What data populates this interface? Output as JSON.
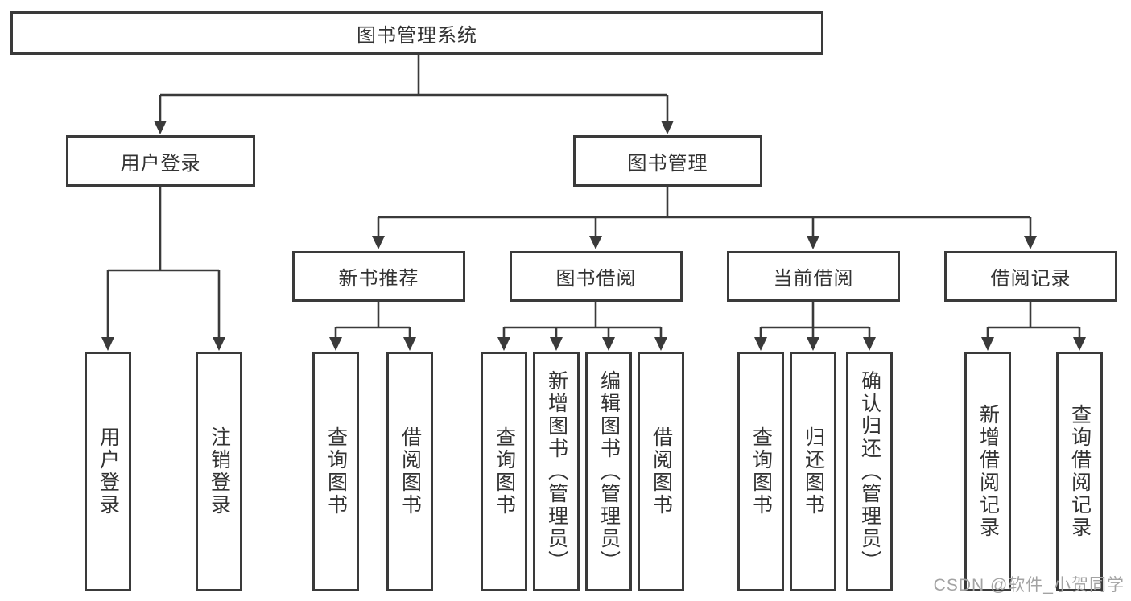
{
  "diagram_type": "hierarchy-tree",
  "colors": {
    "line": "#3a3a3a",
    "text": "#333333",
    "watermark": "#a3a3a3",
    "background": "#ffffff"
  },
  "watermark": "CSDN @软件_小贺同学",
  "tree": {
    "root": {
      "label": "图书管理系统",
      "children": [
        {
          "label": "用户登录",
          "children": [
            {
              "label": "用户登录"
            },
            {
              "label": "注销登录"
            }
          ]
        },
        {
          "label": "图书管理",
          "children": [
            {
              "label": "新书推荐",
              "children": [
                {
                  "label": "查询图书"
                },
                {
                  "label": "借阅图书"
                }
              ]
            },
            {
              "label": "图书借阅",
              "children": [
                {
                  "label": "查询图书"
                },
                {
                  "label": "新增图书（管理员）"
                },
                {
                  "label": "编辑图书（管理员）"
                },
                {
                  "label": "借阅图书"
                }
              ]
            },
            {
              "label": "当前借阅",
              "children": [
                {
                  "label": "查询图书"
                },
                {
                  "label": "归还图书"
                },
                {
                  "label": "确认归还（管理员）"
                }
              ]
            },
            {
              "label": "借阅记录",
              "children": [
                {
                  "label": "新增借阅记录"
                },
                {
                  "label": "查询借阅记录"
                }
              ]
            }
          ]
        }
      ]
    }
  }
}
